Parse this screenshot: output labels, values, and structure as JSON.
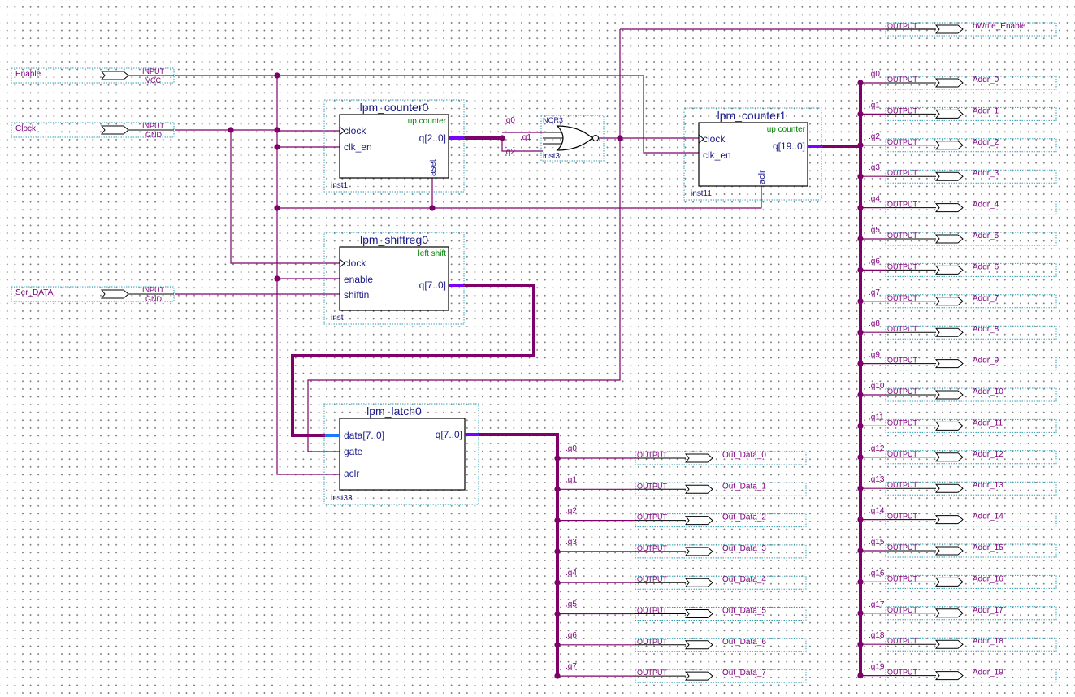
{
  "inputs": [
    {
      "name": "Enable",
      "type": "INPUT",
      "default": "VCC"
    },
    {
      "name": "Clock",
      "type": "INPUT",
      "default": "GND"
    },
    {
      "name": "Ser_DATA",
      "type": "INPUT",
      "default": "GND"
    }
  ],
  "outputs": {
    "type": "OUTPUT",
    "write_enable": "nWrite_Enable",
    "out_data": [
      "Out_Data_0",
      "Out_Data_1",
      "Out_Data_2",
      "Out_Data_3",
      "Out_Data_4",
      "Out_Data_5",
      "Out_Data_6",
      "Out_Data_7"
    ],
    "addr": [
      "Addr_0",
      "Addr_1",
      "Addr_2",
      "Addr_3",
      "Addr_4",
      "Addr_5",
      "Addr_6",
      "Addr_7",
      "Addr_8",
      "Addr_9",
      "Addr_10",
      "Addr_11",
      "Addr_12",
      "Addr_13",
      "Addr_14",
      "Addr_15",
      "Addr_16",
      "Addr_17",
      "Addr_18",
      "Addr_19"
    ]
  },
  "bus_taps": {
    "latch": [
      ".q0",
      ".q1",
      ".q2",
      ".q3",
      ".q4",
      ".q5",
      ".q6",
      ".q7"
    ],
    "addr": [
      ".q0",
      ".q1",
      ".q2",
      ".q3",
      ".q4",
      ".q5",
      ".q6",
      ".q7",
      ".q8",
      ".q9",
      ".q10",
      ".q11",
      ".q12",
      ".q13",
      ".q14",
      ".q15",
      ".q16",
      ".q17",
      ".q18",
      ".q19"
    ]
  },
  "blocks": {
    "counter0": {
      "title": "lpm_counter0",
      "mode": "up counter",
      "ports": [
        "clock",
        "clk_en"
      ],
      "output": "q[2..0]",
      "bottom_port": "aset",
      "instance": "inst1"
    },
    "shiftreg0": {
      "title": "lpm_shiftreg0",
      "mode": "left shift",
      "ports": [
        "clock",
        "enable",
        "shiftin"
      ],
      "output": "q[7..0]",
      "instance": "inst"
    },
    "latch0": {
      "title": "lpm_latch0",
      "ports": [
        "data[7..0]",
        "gate",
        "aclr"
      ],
      "output": "q[7..0]",
      "instance": "inst33"
    },
    "counter1": {
      "title": "lpm_counter1",
      "mode": "up counter",
      "ports": [
        "clock",
        "clk_en"
      ],
      "output": "q[19..0]",
      "bottom_port": "aclr",
      "instance": "inst11"
    }
  },
  "nor_gate": {
    "title": "NOR3",
    "instance": "inst3",
    "inputs": [
      ".q0",
      ".q1",
      ".q2"
    ]
  },
  "colors": {
    "wire": "#80006a",
    "bus_highlight": "#7a00ff",
    "block_text": "#1a1a8c",
    "mode_text": "#008000",
    "pin_text": "#800080"
  }
}
